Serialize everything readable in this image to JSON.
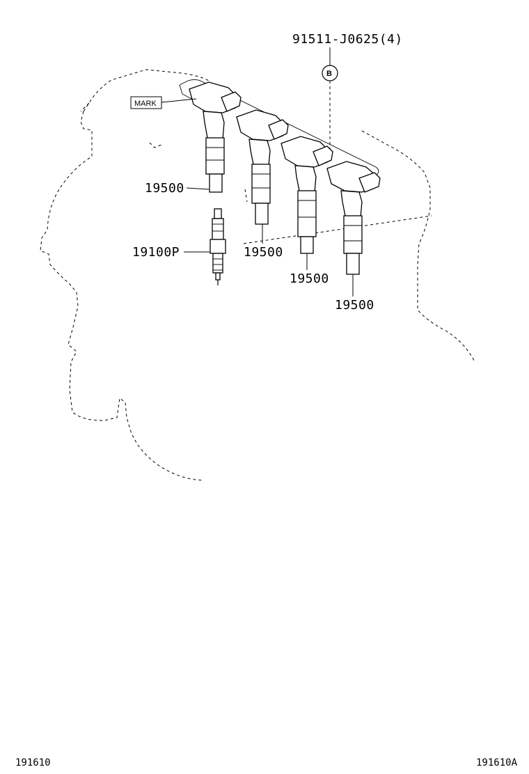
{
  "callouts": {
    "bolt": "91511-J0625(4)",
    "bolt_ref": "B",
    "mark": "MARK",
    "coil_1": "19500",
    "coil_2": "19500",
    "coil_3": "19500",
    "coil_4": "19500",
    "spark_plug": "19100P"
  },
  "footer": {
    "figure_number": "191610",
    "figure_id": "191610A"
  }
}
